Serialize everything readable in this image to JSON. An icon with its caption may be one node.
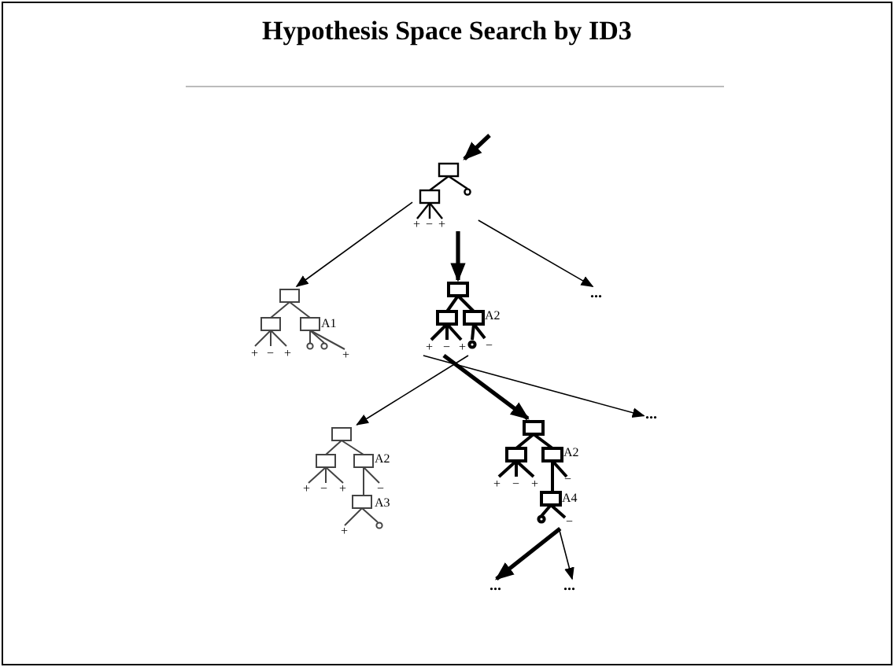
{
  "diagram": {
    "title": "Hypothesis Space Search by ID3",
    "nodes": [
      {
        "text": [
          "+",
          "−",
          "+"
        ]
      },
      {
        "text": [
          "+",
          "−",
          "+",
          "A1",
          "+"
        ]
      },
      {
        "text": [
          "+",
          "−",
          "+",
          "A2",
          "−"
        ]
      },
      {
        "text": [
          "..."
        ]
      },
      {
        "text": [
          "A2",
          "+",
          "−",
          "+",
          "−",
          "A3",
          "+"
        ]
      },
      {
        "text": [
          "A2",
          "+",
          "−",
          "+",
          "−",
          "A4",
          "−"
        ]
      },
      {
        "text": [
          "..."
        ]
      },
      {
        "text": [
          "..."
        ]
      },
      {
        "text": [
          "..."
        ]
      }
    ],
    "edges": [
      {
        "from": null,
        "to": 0,
        "arrow": "to",
        "style": "thick"
      },
      {
        "from": 0,
        "to": 1,
        "arrow": "to"
      },
      {
        "from": 0,
        "to": 2,
        "arrow": "to",
        "style": "thick"
      },
      {
        "from": 0,
        "to": 3,
        "arrow": "to"
      },
      {
        "from": 2,
        "to": 4,
        "arrow": "to"
      },
      {
        "from": 2,
        "to": 5,
        "arrow": "to",
        "style": "thick"
      },
      {
        "from": 2,
        "to": 6,
        "arrow": "to"
      },
      {
        "from": 5,
        "to": 7,
        "arrow": "to",
        "style": "thick"
      },
      {
        "from": 5,
        "to": 8,
        "arrow": "to"
      }
    ]
  }
}
